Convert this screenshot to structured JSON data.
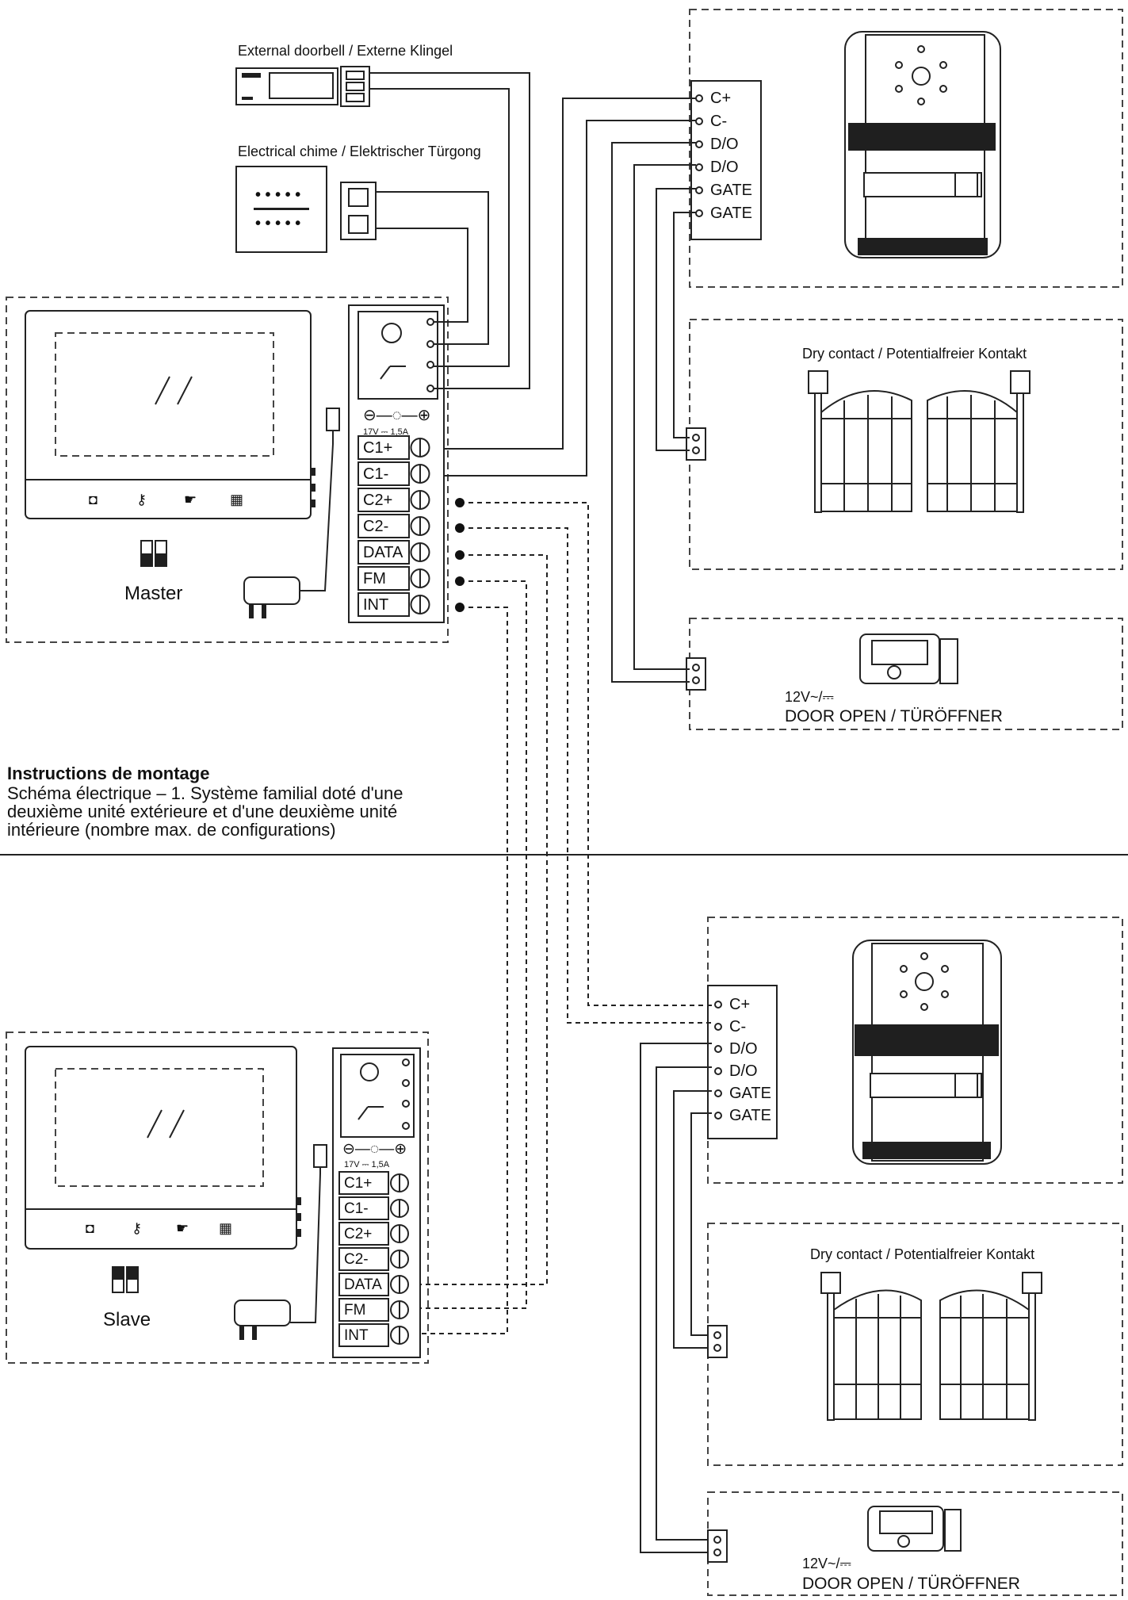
{
  "caption": {
    "title": "Instructions de montage",
    "lines": [
      "Schéma électrique – 1. Système familial doté d'une",
      "deuxième unité extérieure et d'une deuxième unité",
      "intérieure (nombre max. de configurations)"
    ]
  },
  "labels": {
    "external_doorbell": "External doorbell / Externe Klingel",
    "electrical_chime": "Electrical chime / Elektrischer Türgong",
    "dry_contact": "Dry contact / Potentialfreier Kontakt",
    "door_voltage": "12V~/⎓",
    "door_open": "DOOR OPEN / TÜRÖFFNER",
    "master": "Master",
    "slave": "Slave",
    "power_spec": "17V ⎓ 1,5A"
  },
  "monitor_terminals": [
    "C1+",
    "C1-",
    "C2+",
    "C2-",
    "DATA",
    "FM",
    "INT"
  ],
  "station_terminals": [
    "C+",
    "C-",
    "D/O",
    "D/O",
    "GATE",
    "GATE"
  ],
  "colors": {
    "line": "#222222",
    "dash": "#444444",
    "device": "#1f1f1f"
  }
}
